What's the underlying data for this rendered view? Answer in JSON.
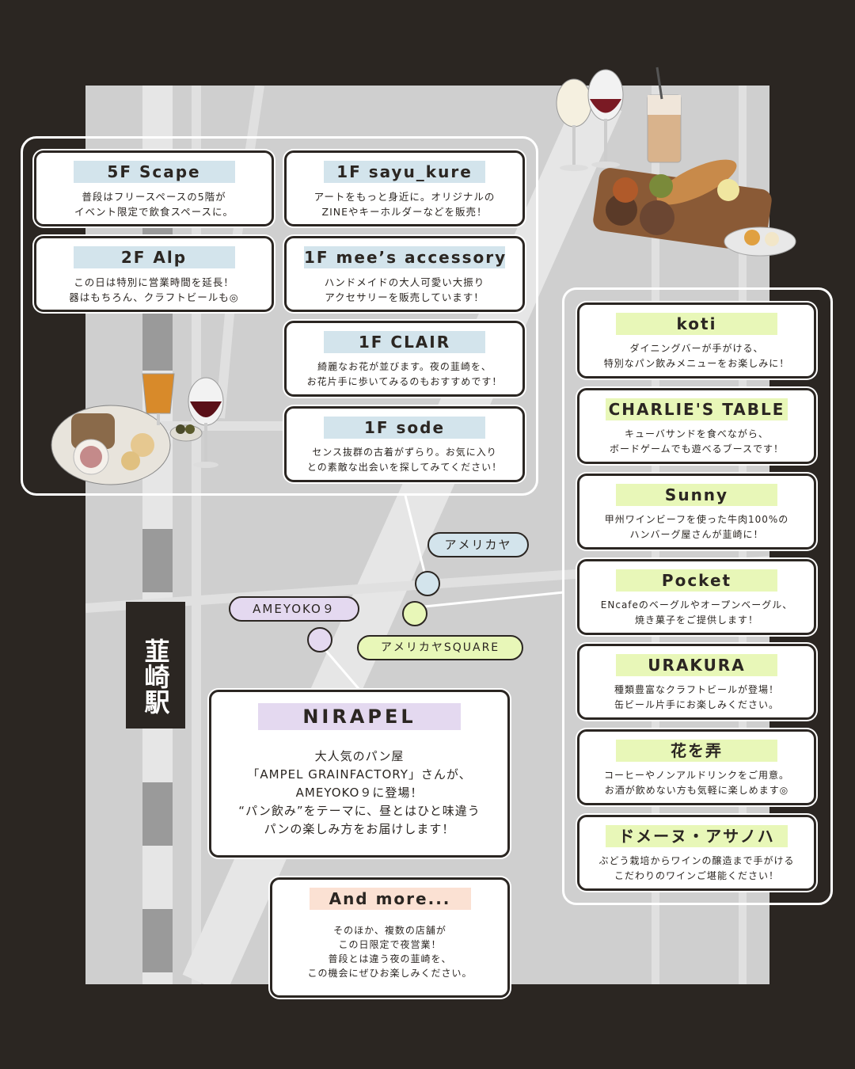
{
  "station": {
    "name": "韮崎駅"
  },
  "left_group": [
    {
      "title": "5F Scape",
      "desc": "普段はフリースペースの5階が\nイベント限定で飲食スペースに。"
    },
    {
      "title": "1F sayu_kure",
      "desc": "アートをもっと身近に。オリジナルの\nZINEやキーホルダーなどを販売！"
    },
    {
      "title": "2F Alp",
      "desc": "この日は特別に営業時間を延長！\n器はもちろん、クラフトビールも◎"
    },
    {
      "title": "1F mee’s accessory",
      "desc": "ハンドメイドの大人可愛い大振り\nアクセサリーを販売しています！"
    },
    {
      "title": "1F CLAIR",
      "desc": "綺麗なお花が並びます。夜の韮崎を、\nお花片手に歩いてみるのもおすすめです！"
    },
    {
      "title": "1F sode",
      "desc": "センス抜群の古着がずらり。お気に入り\nとの素敵な出会いを探してみてください！"
    }
  ],
  "right_group": [
    {
      "title": "koti",
      "desc": "ダイニングバーが手がける、\n特別なパン飲みメニューをお楽しみに！"
    },
    {
      "title": "CHARLIE'S TABLE",
      "desc": "キューバサンドを食べながら、\nボードゲームでも遊べるブースです！"
    },
    {
      "title": "Sunny",
      "desc": "甲州ワインビーフを使った牛肉100%の\nハンバーグ屋さんが韮崎に！"
    },
    {
      "title": "Pocket",
      "desc": "ENcafeのベーグルやオープンベーグル、\n焼き菓子をご提供します！"
    },
    {
      "title": "URAKURA",
      "desc": "種類豊富なクラフトビールが登場！\n缶ビール片手にお楽しみください。"
    },
    {
      "title": "花を弄",
      "desc": "コーヒーやノンアルドリンクをご用意。\nお酒が飲めない方も気軽に楽しめます◎"
    },
    {
      "title": "ドメーヌ・アサノハ",
      "desc": "ぶどう栽培からワインの醸造まで手がける\nこだわりのワインご堪能ください！"
    }
  ],
  "locations": {
    "americaya": "アメリカヤ",
    "ameyoko": "AMEYOKO９",
    "americaya_square": "アメリカヤSQUARE"
  },
  "nirapel": {
    "title": "NIRAPEL",
    "desc": "大人気のパン屋\n「AMPEL GRAINFACTORY」さんが、\nAMEYOKO９に登場！\n“パン飲み”をテーマに、昼とはひと味違う\nパンの楽しみ方をお届けします！"
  },
  "and_more": {
    "title": "And more...",
    "desc": "そのほか、複数の店舗が\nこの日限定で夜営業！\n普段とは違う夜の韮崎を、\nこの機会にぜひお楽しみください。"
  },
  "colors": {
    "background": "#2b2622",
    "map": "#cfcfcf",
    "blue_label": "#d3e4ec",
    "green_label": "#e8f7b8",
    "purple_label": "#e4d9f0",
    "peach_label": "#fbe1d3"
  }
}
